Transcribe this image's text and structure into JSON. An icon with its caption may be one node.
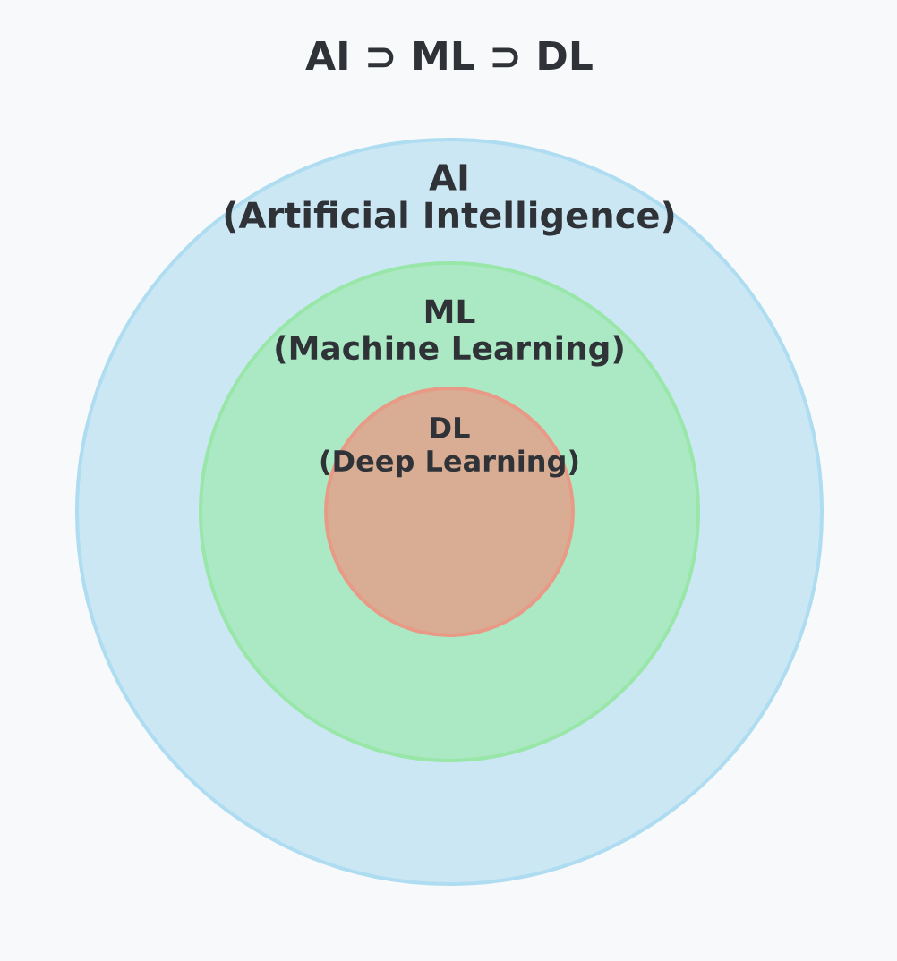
{
  "diagram": {
    "title": "AI ⊃ ML ⊃ DL",
    "nodes": [
      {
        "text": [
          "AI",
          "(Artificial Intelligence)"
        ]
      },
      {
        "text": [
          "ML",
          "(Machine Learning)"
        ],
        "in": 0
      },
      {
        "text": [
          "DL",
          "(Deep Learning)"
        ],
        "in": 1
      }
    ]
  }
}
